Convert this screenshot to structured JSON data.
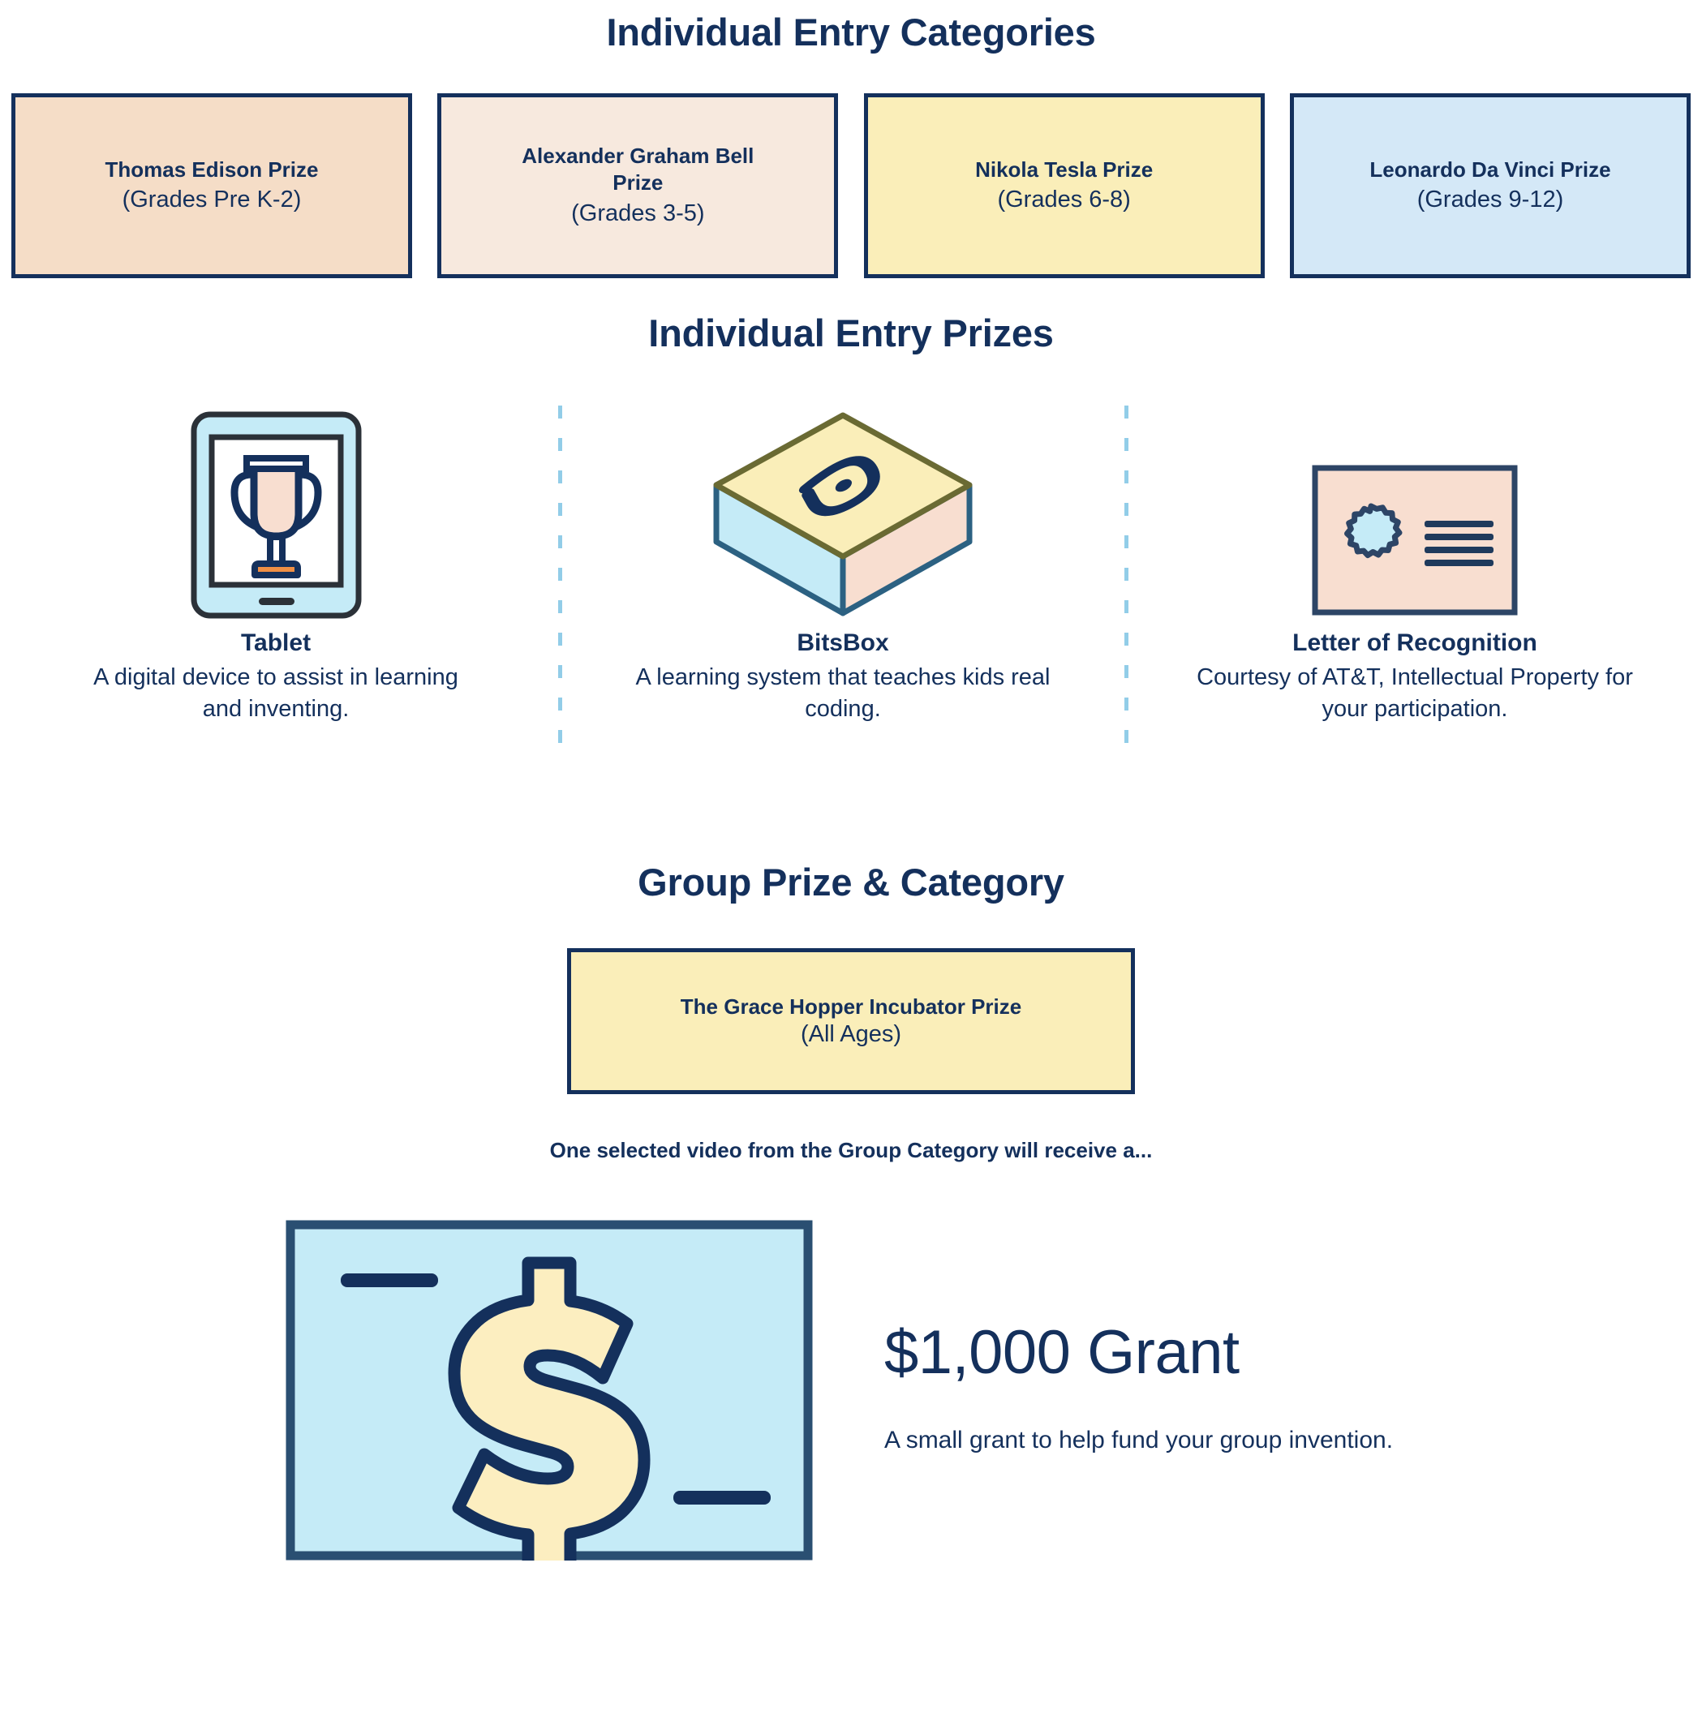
{
  "colors": {
    "navy": "#14305c",
    "peach_dark": "#f5ddc7",
    "peach_light": "#f7e9de",
    "yellow": "#faeeb9",
    "blue_light": "#d4e8f7",
    "dash_blue": "#92cde8",
    "orange": "#ef8f45",
    "icon_blue": "#c5ebf7",
    "icon_peach": "#f8ded0"
  },
  "categories_section": {
    "title": "Individual Entry Categories",
    "items": [
      {
        "name": "Thomas Edison Prize",
        "grades": "(Grades Pre K-2)",
        "bg": "#f5ddc7"
      },
      {
        "name": "Alexander Graham Bell Prize",
        "grades": "(Grades 3-5)",
        "bg": "#f7e9de"
      },
      {
        "name": "Nikola Tesla Prize",
        "grades": "(Grades 6-8)",
        "bg": "#faeeb9"
      },
      {
        "name": "Leonardo Da Vinci Prize",
        "grades": "(Grades 9-12)",
        "bg": "#d4e8f7"
      }
    ]
  },
  "prizes_section": {
    "title": "Individual Entry Prizes",
    "items": [
      {
        "icon": "tablet-trophy-icon",
        "title": "Tablet",
        "description": "A digital device to assist in learning and inventing."
      },
      {
        "icon": "bitsbox-box-icon",
        "title": "BitsBox",
        "description": "A learning system that teaches kids real coding."
      },
      {
        "icon": "certificate-icon",
        "title": "Letter of Recognition",
        "description": "Courtesy of AT&T, Intellectual Property for your participation."
      }
    ]
  },
  "group_section": {
    "title": "Group Prize & Category",
    "box": {
      "name": "The Grace Hopper Incubator Prize",
      "ages": "(All Ages)"
    },
    "note": "One selected video from the Group Category will receive a...",
    "grant": {
      "icon": "dollar-check-icon",
      "amount": "$1,000 Grant",
      "description": "A small grant to help fund your group invention."
    }
  }
}
